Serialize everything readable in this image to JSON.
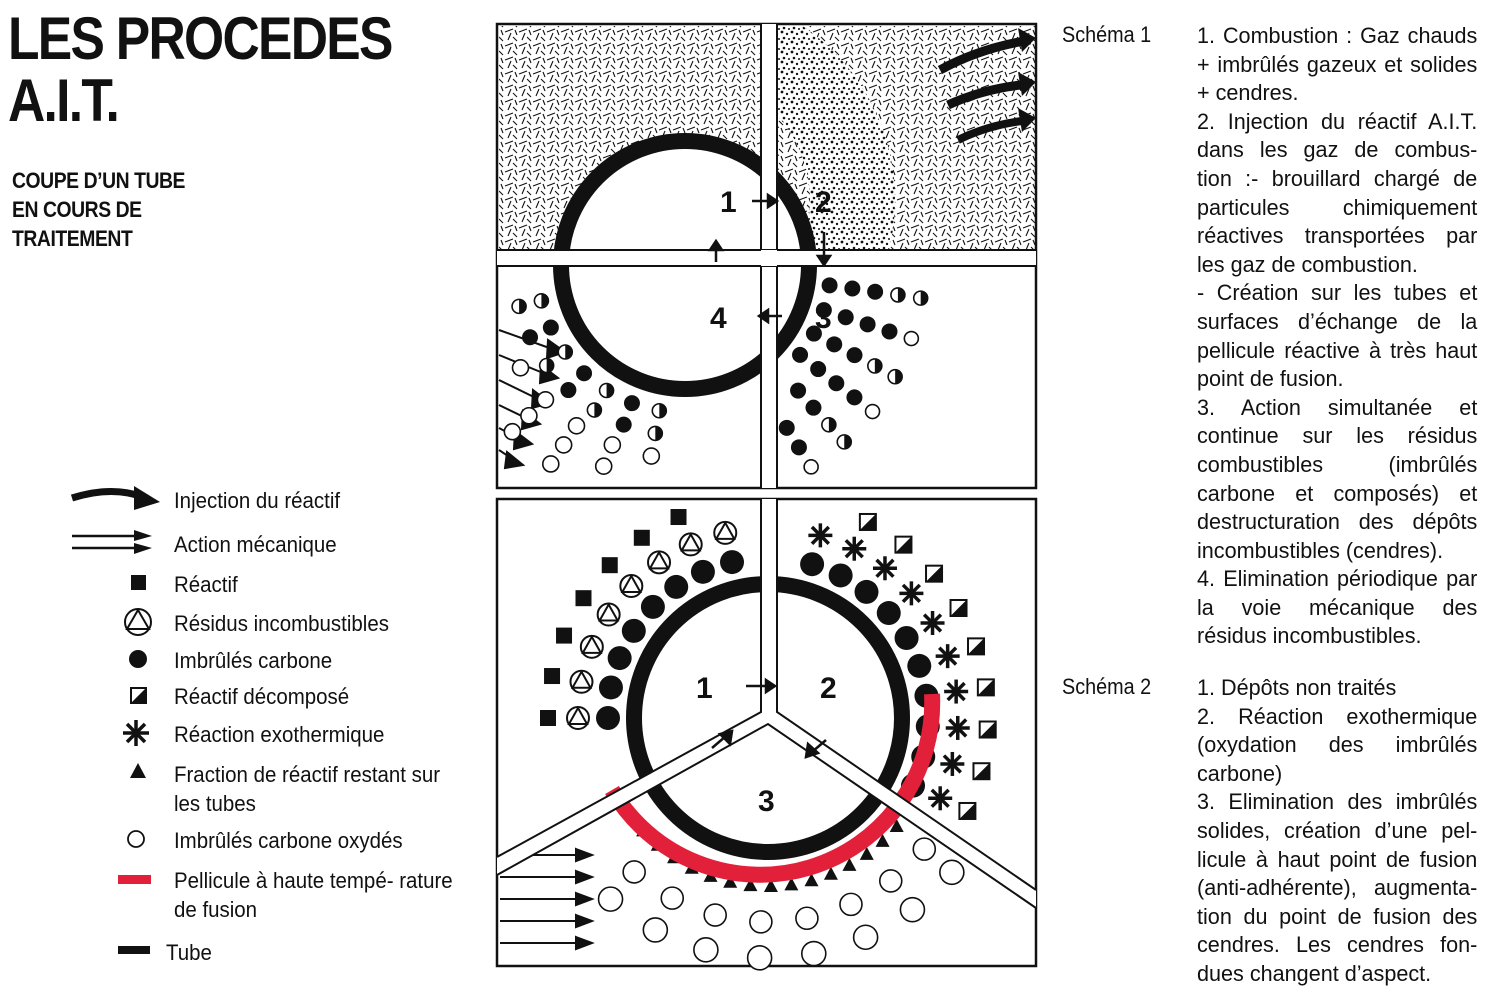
{
  "header": {
    "title_line1": "LES PROCEDES",
    "title_line2": "A.I.T.",
    "subtitle_line1": "COUPE D’UN TUBE",
    "subtitle_line2": "EN COURS DE",
    "subtitle_line3": "TRAITEMENT"
  },
  "legend": [
    {
      "icon": "curved-arrow-icon",
      "label": "Injection du réactif"
    },
    {
      "icon": "double-arrow-icon",
      "label": "Action mécanique"
    },
    {
      "icon": "square-icon",
      "label": "Réactif"
    },
    {
      "icon": "circled-triangle-icon",
      "label": "Résidus incombustibles"
    },
    {
      "icon": "filled-circle-icon",
      "label": "Imbrûlés carbone"
    },
    {
      "icon": "half-square-icon",
      "label": "Réactif décomposé"
    },
    {
      "icon": "asterisk-icon",
      "label": "Réaction exothermique"
    },
    {
      "icon": "triangle-icon",
      "label": "Fraction de réactif restant sur les tubes"
    },
    {
      "icon": "open-circle-icon",
      "label": "Imbrûlés carbone oxydés"
    },
    {
      "icon": "red-band-icon",
      "label": "Pellicule à haute tempé- rature de fusion"
    },
    {
      "icon": "black-band-icon",
      "label": "Tube"
    }
  ],
  "diagram1": {
    "q1": "1",
    "q2": "2",
    "q3": "3",
    "q4": "4"
  },
  "diagram2": {
    "s1": "1",
    "s2": "2",
    "s3": "3"
  },
  "colors": {
    "pellicule": "#e3203a",
    "ink": "#111111"
  },
  "schema1": {
    "label": "Schéma 1",
    "text": "1. Combustion : Gaz chauds + imbrûlés gazeux et solides + cendres.\n2. Injection du réactif A.I.T. dans les gaz de combus- tion :- brouillard chargé de particules chimiquement réactives transportées par les gaz de combustion.\n- Création sur les tubes et surfaces d’échange de la pellicule réactive à très haut point de fusion.\n3. Action simultanée et continue sur les résidus combustibles (imbrûlés carbone et composés) et destructuration des dépôts incombustibles (cendres).\n4. Elimination périodique par la voie mécanique des résidus incombustibles."
  },
  "schema2": {
    "label": "Schéma 2",
    "text": "1. Dépôts non traités\n2. Réaction exothermique (oxydation des imbrûlés carbone)\n3. Elimination des imbrûlés solides, création d’une pel- licule à haut point de fusion (anti-adhérente), augmenta- tion du point de fusion des cendres. Les cendres fon- dues changent d’aspect."
  }
}
